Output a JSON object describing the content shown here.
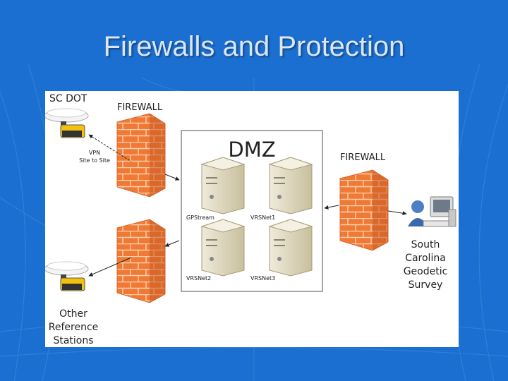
{
  "slide": {
    "title": "Firewalls and Protection"
  },
  "diagram": {
    "sc_dot_label": "SC DOT",
    "firewall_left_label": "FIREWALL",
    "firewall_right_label": "FIREWALL",
    "vpn_line1": "VPN",
    "vpn_line2": "Site to Site",
    "dmz_label": "DMZ",
    "servers": [
      {
        "name": "GPStream"
      },
      {
        "name": "VRSNet1"
      },
      {
        "name": "VRSNet2"
      },
      {
        "name": "VRSNet3"
      }
    ],
    "other_stations": [
      "Other",
      "Reference",
      "Stations"
    ],
    "survey": [
      "South",
      "Carolina",
      "Geodetic",
      "Survey"
    ],
    "colors": {
      "background": "#1a6fd0",
      "firewall": "#f07a35",
      "server": "#ddd6b8"
    },
    "icons": [
      "gps-receiver-icon",
      "firewall-icon",
      "server-icon",
      "user-computer-icon"
    ]
  }
}
